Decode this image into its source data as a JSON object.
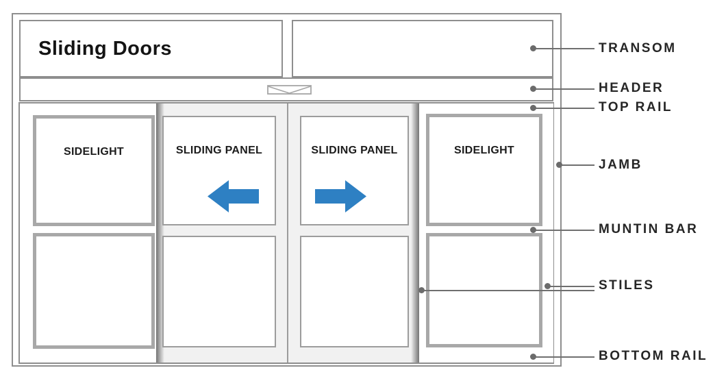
{
  "diagram": {
    "title": "Sliding Doors",
    "panel_labels": {
      "left_sidelight": "SIDELIGHT",
      "left_sliding": "SLIDING PANEL",
      "right_sliding": "SLIDING PANEL",
      "right_sidelight": "SIDELIGHT"
    },
    "annotations": [
      {
        "text": "TRANSOM"
      },
      {
        "text": "HEADER"
      },
      {
        "text": "TOP RAIL"
      },
      {
        "text": "JAMB"
      },
      {
        "text": "MUNTIN BAR"
      },
      {
        "text": "STILES"
      },
      {
        "text": "BOTTOM RAIL"
      }
    ],
    "icons": {
      "header_vent": "crossed-rectangle-vent",
      "left_arrow": "slide-direction-left",
      "right_arrow": "slide-direction-right"
    },
    "colors": {
      "frame_gray": "#8e8e8e",
      "sidelight_border_gray": "#a8a8a8",
      "panel_track_gray": "#f1f1f1",
      "leader_gray": "#6f6f6f",
      "arrow_blue": "#2e80c3",
      "text_black": "#1c1c1c"
    }
  }
}
